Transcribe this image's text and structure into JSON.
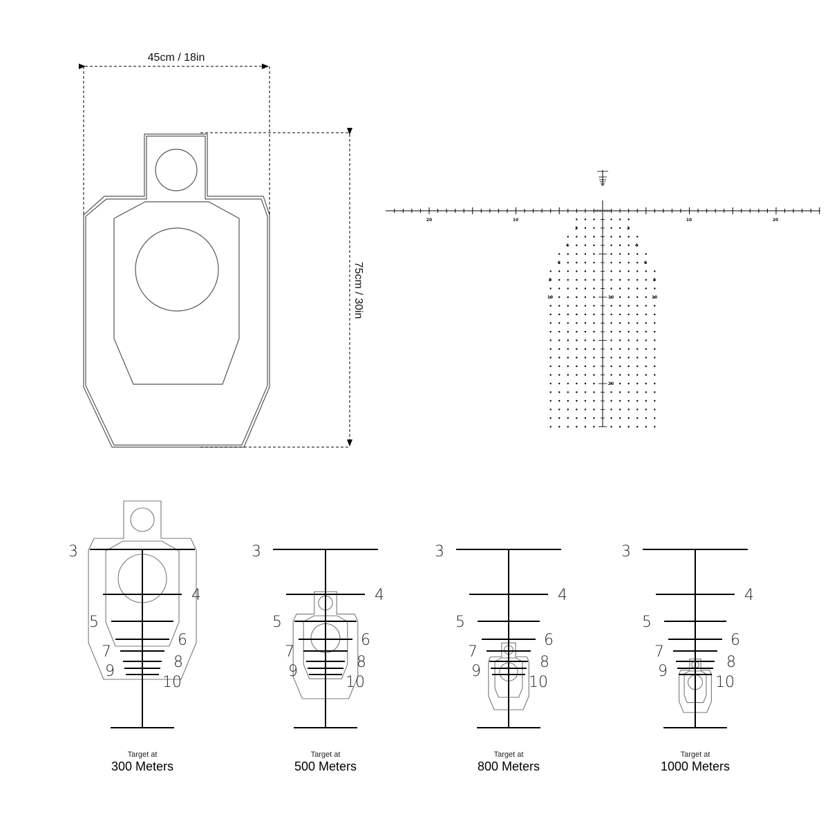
{
  "target_dimensions": {
    "width_label": "45cm / 18in",
    "height_label": "75cm / 30in"
  },
  "reticle": {
    "horizontal_labels_left": [
      "20",
      "10"
    ],
    "horizontal_labels_right": [
      "10",
      "20"
    ],
    "holdover_labels_left": [
      "2",
      "4",
      "6",
      "8",
      "10"
    ],
    "holdover_labels_right": [
      "2",
      "4",
      "6",
      "8",
      "10"
    ],
    "center_labels": [
      "10",
      "20"
    ]
  },
  "ranges": [
    {
      "caption_line1": "Target at",
      "caption_line2": "300 Meters",
      "target_scale": 1.0
    },
    {
      "caption_line1": "Target at",
      "caption_line2": "500 Meters",
      "target_scale": 0.6
    },
    {
      "caption_line1": "Target at",
      "caption_line2": "800 Meters",
      "target_scale": 0.375
    },
    {
      "caption_line1": "Target at",
      "caption_line2": "1000 Meters",
      "target_scale": 0.3
    }
  ],
  "holdover_marks": [
    "3",
    "4",
    "5",
    "6",
    "7",
    "8",
    "9",
    "10"
  ]
}
